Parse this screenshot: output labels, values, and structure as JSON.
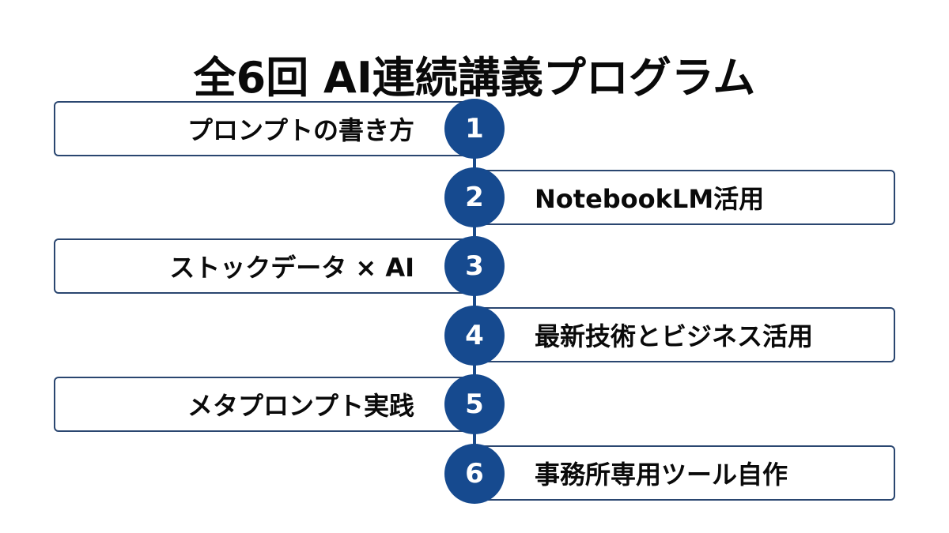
{
  "title": "全6回 AI連続講義プログラム",
  "colors": {
    "accent": "#164a8f",
    "box_border": "#2a4670",
    "text": "#0a0a0a",
    "background": "#ffffff"
  },
  "steps": [
    {
      "number": "1",
      "label": "プロンプトの書き方",
      "side": "left"
    },
    {
      "number": "2",
      "label": "NotebookLM活用",
      "side": "right"
    },
    {
      "number": "3",
      "label": "ストックデータ × AI",
      "side": "left"
    },
    {
      "number": "4",
      "label": "最新技術とビジネス活用",
      "side": "right"
    },
    {
      "number": "5",
      "label": "メタプロンプト実践",
      "side": "left"
    },
    {
      "number": "6",
      "label": "事務所専用ツール自作",
      "side": "right"
    }
  ]
}
